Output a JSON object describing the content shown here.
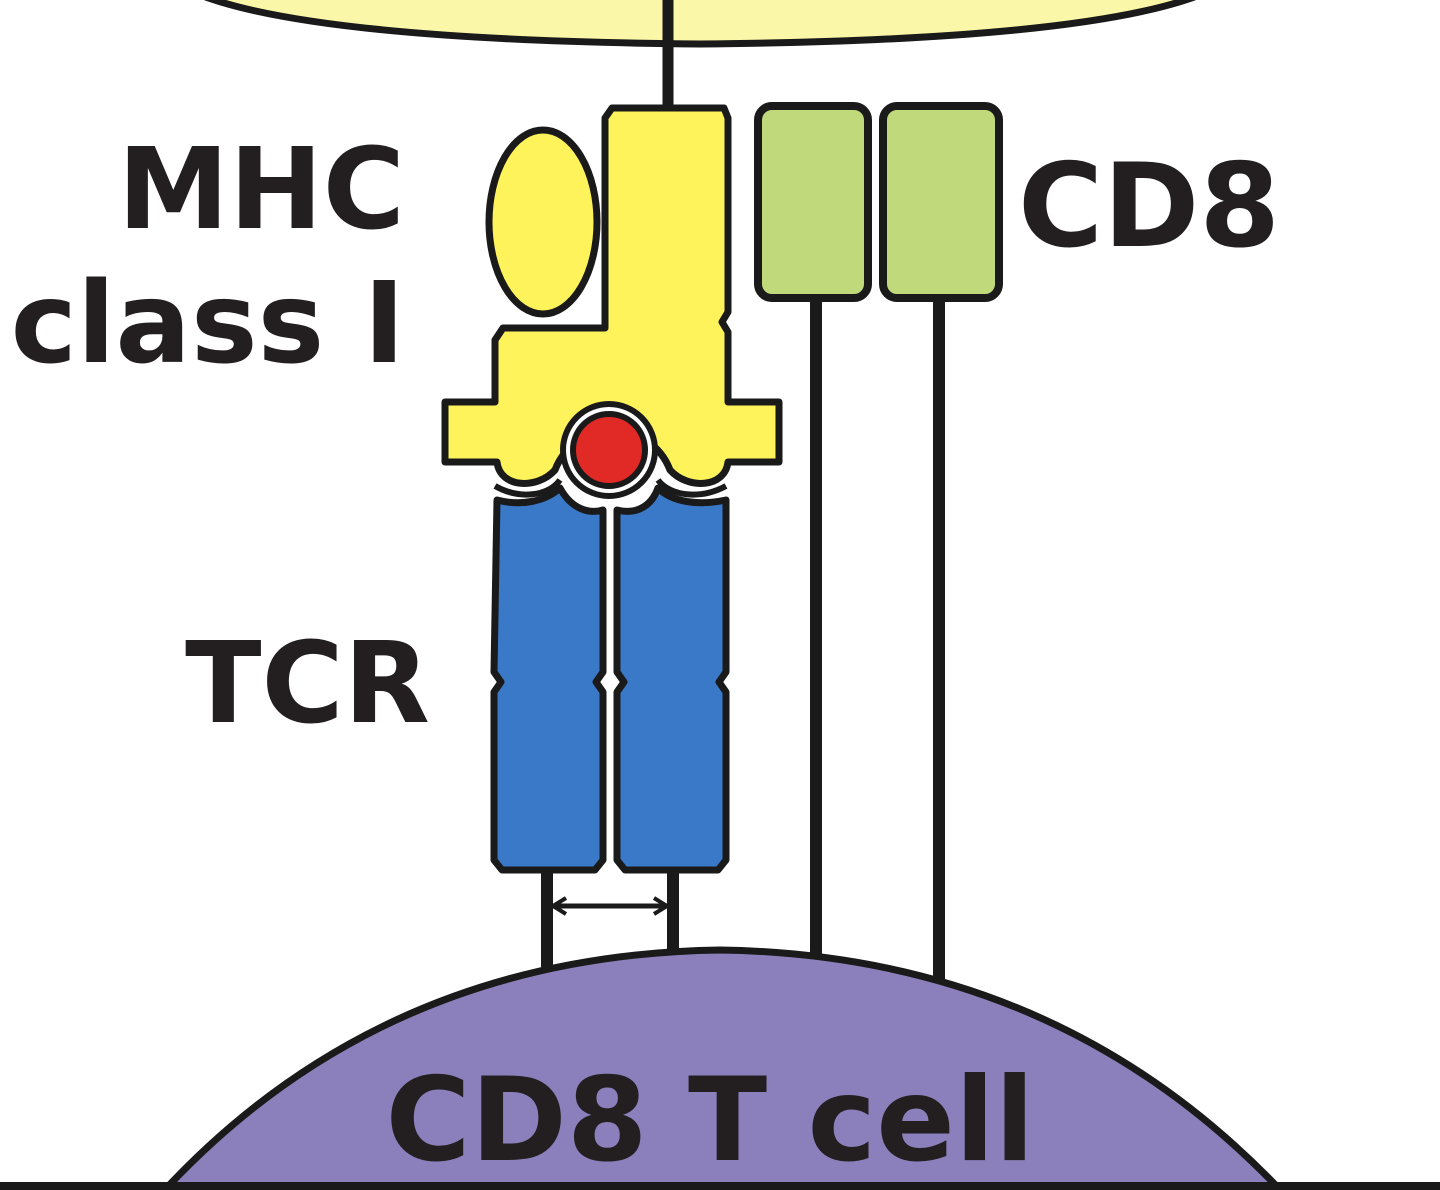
{
  "labels": {
    "mhc_line1": "MHC",
    "mhc_line2": "class I",
    "cd8": "CD8",
    "tcr": "TCR",
    "cell": "CD8 T cell"
  },
  "colors": {
    "apc_cell": "#fbf7a8",
    "mhc": "#fef35a",
    "cd8": "#c0d97a",
    "tcr": "#3a79c8",
    "peptide": "#e12a25",
    "t_cell": "#8c80bc",
    "outline": "#1a1a1a",
    "text": "#231f20"
  }
}
